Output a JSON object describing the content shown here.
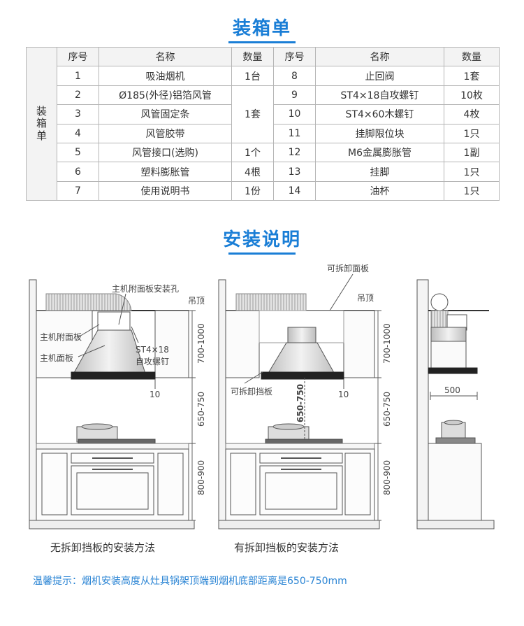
{
  "packing": {
    "title": "装箱单",
    "side_label": [
      "装",
      "箱",
      "单"
    ],
    "headers": [
      "序号",
      "名称",
      "数量",
      "序号",
      "名称",
      "数量"
    ],
    "rows": [
      {
        "no1": "1",
        "name1": "吸油烟机",
        "qty1": "1台",
        "no2": "8",
        "name2": "止回阀",
        "qty2": "1套"
      },
      {
        "no1": "2",
        "name1": "Ø185(外径)铝箔风管",
        "qty1": "",
        "no2": "9",
        "name2": "ST4×18自攻螺钉",
        "qty2": "10枚"
      },
      {
        "no1": "3",
        "name1": "风管固定条",
        "qty1": "1套",
        "no2": "10",
        "name2": "ST4×60木螺钉",
        "qty2": "4枚"
      },
      {
        "no1": "4",
        "name1": "风管胶带",
        "qty1": "",
        "no2": "11",
        "name2": "挂脚限位块",
        "qty2": "1只"
      },
      {
        "no1": "5",
        "name1": "风管接口(选购)",
        "qty1": "1个",
        "no2": "12",
        "name2": "M6金属膨胀管",
        "qty2": "1副"
      },
      {
        "no1": "6",
        "name1": "塑料膨胀管",
        "qty1": "4根",
        "no2": "13",
        "name2": "挂脚",
        "qty2": "1只"
      },
      {
        "no1": "7",
        "name1": "使用说明书",
        "qty1": "1份",
        "no2": "14",
        "name2": "油杯",
        "qty2": "1只"
      }
    ]
  },
  "install": {
    "title": "安装说明",
    "labels": {
      "panel_screw_hole": "主机附面板安装孔",
      "ceiling": "吊顶",
      "sub_panel": "主机附面板",
      "main_panel": "主机面板",
      "screw_line1": "ST4×18",
      "screw_line2": "自攻螺钉",
      "gap": "10",
      "removable_panel": "可拆卸面板",
      "removable_baffle": "可拆卸挡板",
      "dim_top": "700-1000",
      "dim_mid": "650-750",
      "dim_bottom": "800-900",
      "depth": "500"
    },
    "caption_left": "无拆卸挡板的安装方法",
    "caption_right": "有拆卸挡板的安装方法",
    "tip": "温馨提示：烟机安装高度从灶具锅架顶端到烟机底部距离是650-750mm"
  },
  "colors": {
    "accent": "#1a7ed6",
    "tip": "#2a84d4",
    "line": "#555555"
  }
}
